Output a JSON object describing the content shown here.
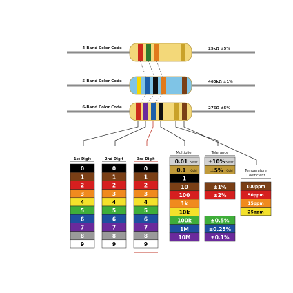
{
  "resistors": [
    {
      "label": "4-Band Color Code",
      "value": "25kΩ  ±5%",
      "body_color": "#f3d879",
      "bands": [
        "#cc2b1d",
        "#2f7a2f",
        "#e07a1c",
        "#c9a22a"
      ]
    },
    {
      "label": "5-Band Color Code",
      "value": "460kΩ  ±1%",
      "body_color": "#7fc4e6",
      "bands": [
        "#f5d800",
        "#1d5fa8",
        "#111111",
        "#e07a1c",
        "#7a3f16"
      ]
    },
    {
      "label": "6-Band Color Code",
      "value": "276Ω  ±5%",
      "body_color": "#f3d879",
      "bands": [
        "#cc2b1d",
        "#6a2a9c",
        "#1d5fa8",
        "#111111",
        "#c9a22a",
        "#7a3f16"
      ]
    }
  ],
  "digit_headers": [
    "1st Digit",
    "2nd Digit",
    "3rd Digit"
  ],
  "digit_rows": [
    {
      "label": "0",
      "color": "#000000",
      "text": "#ffffff"
    },
    {
      "label": "1",
      "color": "#7a3f16",
      "text": "#ffffff"
    },
    {
      "label": "2",
      "color": "#d61f1f",
      "text": "#ffffff"
    },
    {
      "label": "3",
      "color": "#f08a1e",
      "text": "#ffffff"
    },
    {
      "label": "4",
      "color": "#f4e12b",
      "text": "#000000"
    },
    {
      "label": "5",
      "color": "#3fae3a",
      "text": "#ffffff"
    },
    {
      "label": "6",
      "color": "#1e4fa0",
      "text": "#ffffff"
    },
    {
      "label": "7",
      "color": "#6a2a9c",
      "text": "#ffffff"
    },
    {
      "label": "8",
      "color": "#9a9a9a",
      "text": "#ffffff"
    },
    {
      "label": "9",
      "color": "#ffffff",
      "text": "#000000"
    }
  ],
  "multiplier": {
    "header": "Multiplier",
    "rows": [
      {
        "label": "0.01",
        "sub": "Silver",
        "color": "#d2d2d2",
        "text": "#000000"
      },
      {
        "label": "0.1",
        "sub": "Gold",
        "color": "#c09a3a",
        "text": "#000000"
      },
      {
        "label": "1",
        "sub": "",
        "color": "#000000",
        "text": "#ffffff"
      },
      {
        "label": "10",
        "sub": "",
        "color": "#7a3f16",
        "text": "#ffffff"
      },
      {
        "label": "100",
        "sub": "",
        "color": "#d61f1f",
        "text": "#ffffff"
      },
      {
        "label": "1k",
        "sub": "",
        "color": "#f08a1e",
        "text": "#ffffff"
      },
      {
        "label": "10k",
        "sub": "",
        "color": "#f4e12b",
        "text": "#000000"
      },
      {
        "label": "100k",
        "sub": "",
        "color": "#3fae3a",
        "text": "#ffffff"
      },
      {
        "label": "1M",
        "sub": "",
        "color": "#1e4fa0",
        "text": "#ffffff"
      },
      {
        "label": "10M",
        "sub": "",
        "color": "#6a2a9c",
        "text": "#ffffff"
      }
    ]
  },
  "tolerance": {
    "header": "Tolerance",
    "rows": [
      {
        "label": "±10%",
        "sub": "Silver",
        "color": "#d2d2d2",
        "text": "#000000"
      },
      {
        "label": "±5%",
        "sub": "Gold",
        "color": "#c09a3a",
        "text": "#000000"
      },
      {
        "label": "±1%",
        "sub": "",
        "color": "#7a3f16",
        "text": "#ffffff"
      },
      {
        "label": "±2%",
        "sub": "",
        "color": "#d61f1f",
        "text": "#ffffff"
      },
      {
        "label": "±0.5%",
        "sub": "",
        "color": "#3fae3a",
        "text": "#ffffff"
      },
      {
        "label": "±0.25%",
        "sub": "",
        "color": "#1e4fa0",
        "text": "#ffffff"
      },
      {
        "label": "±0.1%",
        "sub": "",
        "color": "#6a2a9c",
        "text": "#ffffff"
      }
    ]
  },
  "tempco": {
    "header": [
      "Temperature",
      "Coefficient"
    ],
    "rows": [
      {
        "label": "100ppm",
        "color": "#7a3f16",
        "text": "#ffffff"
      },
      {
        "label": "50ppm",
        "color": "#d61f1f",
        "text": "#ffffff"
      },
      {
        "label": "15ppm",
        "color": "#f08a1e",
        "text": "#ffffff"
      },
      {
        "label": "25ppm",
        "color": "#f4e12b",
        "text": "#000000"
      }
    ]
  }
}
